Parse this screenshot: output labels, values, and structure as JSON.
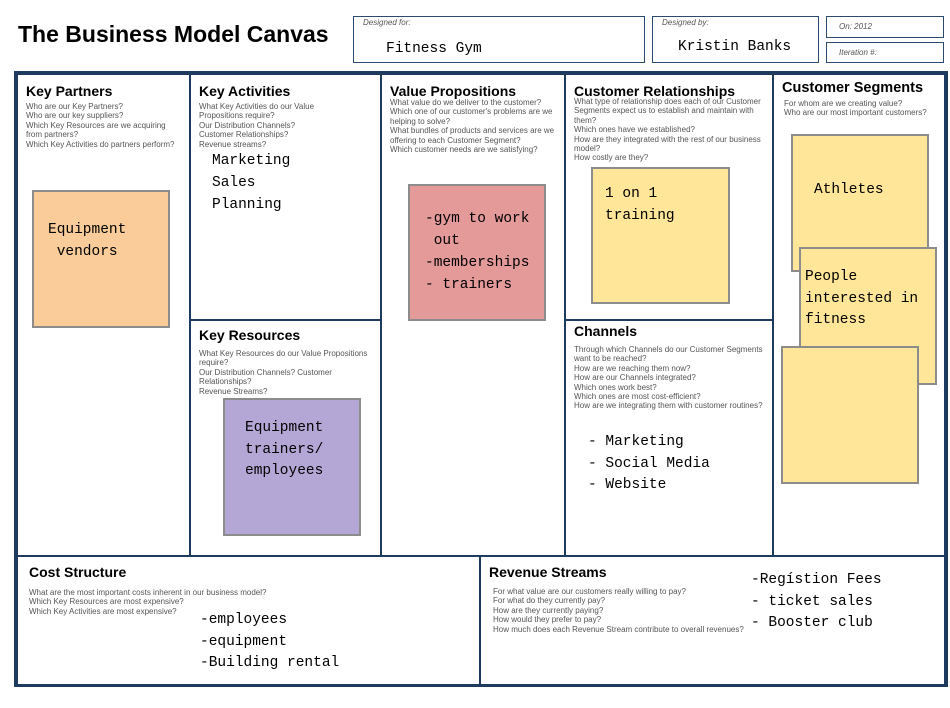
{
  "canvas": {
    "title": "The Business Model Canvas",
    "designed_for": {
      "label": "Designed for:",
      "value": "Fitness Gym"
    },
    "designed_by": {
      "label": "Designed by:",
      "value": "Kristin Banks"
    },
    "date": {
      "label": "On: 2012"
    },
    "iteration": {
      "label": "Iteration #:"
    }
  },
  "colors": {
    "frame": "#1f3a5f",
    "note_orange": "#f9cc9a",
    "note_pink": "#e59a9a",
    "note_yellow": "#ffe699",
    "note_purple": "#b4a7d6"
  },
  "sections": {
    "key_partners": {
      "title": "Key Partners",
      "questions": [
        "Who are our Key Partners?",
        "Who are our key suppliers?",
        "Which Key Resources are we acquiring",
        "from partners?",
        "Which Key Activities do partners perform?"
      ],
      "notes": [
        {
          "lines": [
            "Equipment",
            " vendors"
          ]
        }
      ]
    },
    "key_activities": {
      "title": "Key Activities",
      "questions": [
        "What Key Activities do our Value",
        "Propositions require?",
        "Our Distribution Channels?",
        "Customer Relationships?",
        "Revenue streams?"
      ],
      "text": [
        "Marketing",
        "Sales",
        "Planning"
      ]
    },
    "key_resources": {
      "title": "Key Resources",
      "questions": [
        "What Key Resources do our Value Propositions",
        "require?",
        "Our Distribution Channels? Customer",
        "Relationships?",
        "Revenue Streams?"
      ],
      "notes": [
        {
          "lines": [
            "Equipment",
            "trainers/",
            "employees"
          ]
        }
      ]
    },
    "value_propositions": {
      "title": "Value Propositions",
      "questions": [
        "What value do we deliver to the customer?",
        "Which one of our customer's problems are we",
        "helping to solve?",
        "What bundles of products and services are we",
        "offering to each Customer Segment?",
        "Which customer needs are we satisfying?"
      ],
      "notes": [
        {
          "lines": [
            "-gym to work",
            " out",
            "-memberships",
            "- trainers"
          ]
        }
      ]
    },
    "customer_relationships": {
      "title": "Customer Relationships",
      "questions": [
        "What type of relationship does each of our Customer",
        "Segments expect us to establish and maintain with",
        "them?",
        "Which ones have we established?",
        "How are they integrated with the rest of our business",
        "model?",
        "How costly are they?"
      ],
      "notes": [
        {
          "lines": [
            "1 on 1",
            "training"
          ]
        }
      ]
    },
    "channels": {
      "title": "Channels",
      "questions": [
        "Through which Channels do our Customer Segments",
        "want to be reached?",
        "How are we reaching them now?",
        "How are our Channels integrated?",
        "Which ones work best?",
        "Which ones are most cost-efficient?",
        "How are we integrating them with customer routines?"
      ],
      "text": [
        "- Marketing",
        "- Social Media",
        "- Website"
      ]
    },
    "customer_segments": {
      "title": "Customer Segments",
      "questions": [
        "For whom are we creating value?",
        "Who are our most important customers?"
      ],
      "notes": [
        {
          "lines": [
            "Athletes"
          ]
        },
        {
          "lines": [
            "People",
            "interested in",
            "fitness"
          ]
        },
        {
          "lines": []
        }
      ]
    },
    "cost_structure": {
      "title": "Cost Structure",
      "questions": [
        "What are the most important costs inherent in our business model?",
        "Which Key Resources are most expensive?",
        "Which Key Activities are most expensive?"
      ],
      "text": [
        "-employees",
        "-equipment",
        "-Building rental"
      ]
    },
    "revenue_streams": {
      "title": "Revenue Streams",
      "questions": [
        "For what value are our customers really willing to pay?",
        "For what do they currently pay?",
        "How are they currently paying?",
        "How would they prefer to pay?",
        "How much does each Revenue Stream contribute to overall revenues?"
      ],
      "text": [
        "-Regístion Fees",
        "- ticket sales",
        "- Booster club"
      ]
    }
  }
}
